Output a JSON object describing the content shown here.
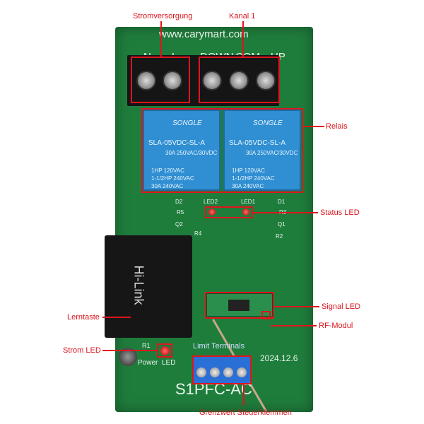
{
  "annotations": {
    "power_supply": "Stromversorgung",
    "channel": "Kanal 1",
    "relay": "Relais",
    "status_led": "Status LED",
    "signal_led": "Signal LED",
    "rf_module": "RF-Modul",
    "learn_button": "Lerntaste",
    "power_led": "Strom LED",
    "limit_terminals": "Grenzwert Steuerklemmen"
  },
  "board": {
    "url": "www.carymart.com",
    "terminals": [
      "N",
      "L",
      "DOWN",
      "COM",
      "UP"
    ],
    "relay_brand": "SONGLE",
    "relay_model": "SLA-05VDC-SL-A",
    "relay_spec1": "30A 250VAC/30VDC",
    "relay_spec2": "1HP 120VAC",
    "relay_spec3": "1-1/2HP 240VAC",
    "relay_spec4": "30A 240VAC",
    "led2": "LED2",
    "led1": "LED1",
    "d2": "D2",
    "d1": "D1",
    "r5": "R5",
    "r3": "R3",
    "q2": "Q2",
    "q1": "Q1",
    "r4": "R4",
    "r2": "R2",
    "r1": "R1",
    "power_module_brand": "Hi-Link",
    "power_label": "Power",
    "led_label": "LED",
    "limit_terminals": "Limit Terminals",
    "date": "2024.12.6",
    "model": "S1PFC-AC"
  },
  "colors": {
    "annotation": "#e0141c",
    "board": "#1f7d3c",
    "relay": "#2f8fd2"
  }
}
